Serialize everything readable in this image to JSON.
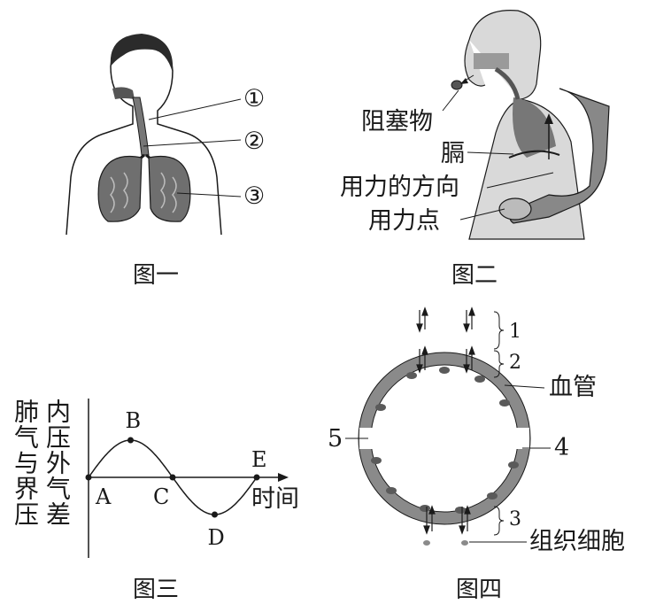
{
  "figure1": {
    "caption": "图一",
    "markers": [
      "①",
      "②",
      "③"
    ]
  },
  "figure2": {
    "caption": "图二",
    "labels": {
      "obstruction": "阻塞物",
      "diaphragm": "膈",
      "force_direction": "用力的方向",
      "force_point": "用力点"
    }
  },
  "figure3": {
    "caption": "图三",
    "ylabel_col1": "肺气与界压",
    "ylabel_col2": "内压外气差",
    "xlabel": "时间",
    "points": [
      "A",
      "B",
      "C",
      "D",
      "E"
    ]
  },
  "figure4": {
    "caption": "图四",
    "labels": {
      "n1": "1",
      "n2": "2",
      "n3": "3",
      "n4": "4",
      "n5": "5",
      "vessel": "血管",
      "tissue_cells": "组织细胞"
    }
  },
  "chart_data": {
    "type": "line",
    "title": "",
    "xlabel": "时间",
    "ylabel": "肺内气压与外界气压差",
    "series": [
      {
        "points": [
          {
            "label": "A",
            "y": 0
          },
          {
            "label": "B",
            "y": 1
          },
          {
            "label": "C",
            "y": 0
          },
          {
            "label": "D",
            "y": -1
          },
          {
            "label": "E",
            "y": 0
          }
        ]
      }
    ],
    "shape": "sine",
    "grid": false
  },
  "colors": {
    "ink": "#1a1a1a",
    "lung_gray": "#6f6f6f",
    "skin_gray": "#d9d9d9",
    "vessel_gray": "#8a8a8a"
  }
}
